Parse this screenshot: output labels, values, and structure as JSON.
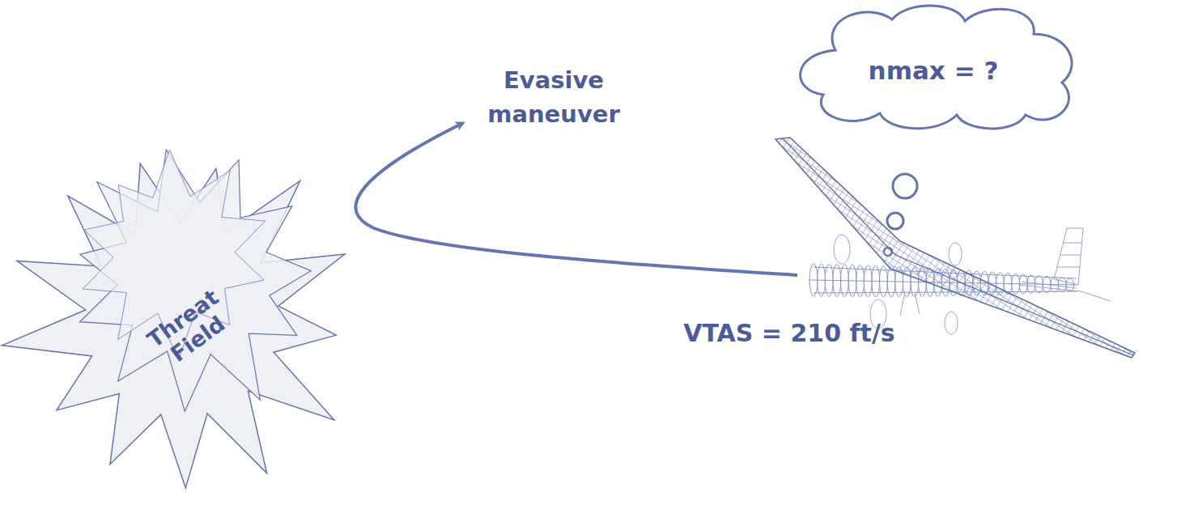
{
  "diagram": {
    "nodes": [
      {
        "text": [
          "Threat Field"
        ]
      },
      {
        "text": [
          "nmax = ?"
        ]
      }
    ],
    "labels": [
      "Evasive maneuver",
      "VTAS = 210 ft/s"
    ]
  }
}
